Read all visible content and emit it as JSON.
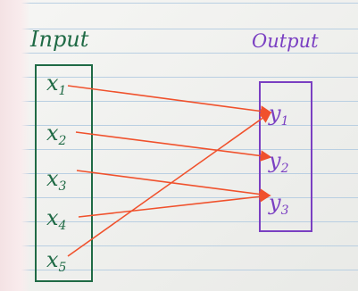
{
  "headings": {
    "input": "Input",
    "output": "Output"
  },
  "inputs": [
    "x1",
    "x2",
    "x3",
    "x4",
    "x5"
  ],
  "outputs": [
    "y1",
    "y2",
    "y3"
  ],
  "mapping": [
    {
      "from": "x1",
      "to": "y1"
    },
    {
      "from": "x2",
      "to": "y2"
    },
    {
      "from": "x3",
      "to": "y3"
    },
    {
      "from": "x4",
      "to": "y3"
    },
    {
      "from": "x5",
      "to": "y1"
    }
  ],
  "colors": {
    "input_ink": "#1f6a45",
    "output_ink": "#7a3fc2",
    "arrow_ink": "#f0512c",
    "label_ink": "#1c5a8a"
  }
}
